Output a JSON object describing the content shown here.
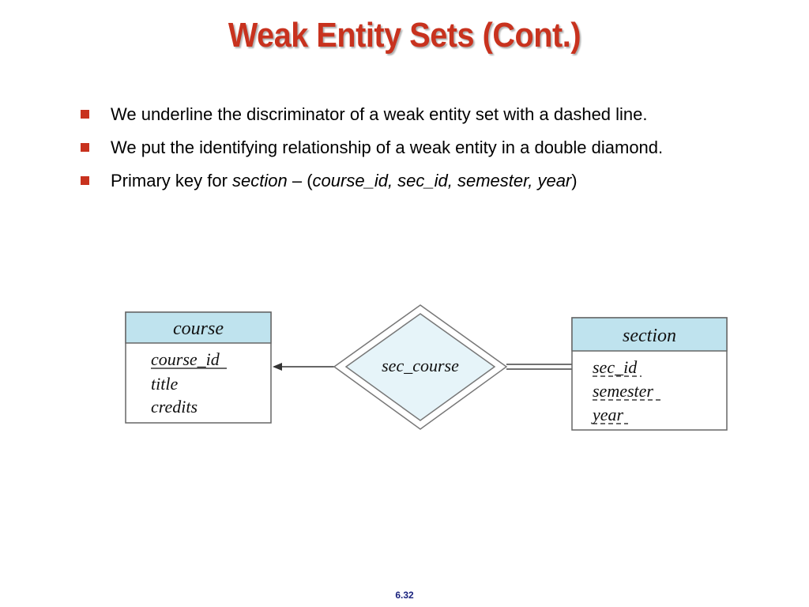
{
  "slide": {
    "title": "Weak Entity Sets (Cont.)",
    "bullets": [
      {
        "text": "We underline the discriminator of a weak entity set  with a dashed line."
      },
      {
        "text": "We put the identifying relationship of a weak entity in a double diamond."
      },
      {
        "parts": [
          {
            "text": "Primary key for ",
            "italic": false
          },
          {
            "text": "section",
            "italic": true
          },
          {
            "text": " – (",
            "italic": false
          },
          {
            "text": "course_id, sec_id, semester, year",
            "italic": true
          },
          {
            "text": ")",
            "italic": false
          }
        ]
      }
    ],
    "footer": "6.32"
  },
  "diagram": {
    "strong_entity": {
      "name": "course",
      "attributes": [
        {
          "text": "course_id",
          "underline": "solid"
        },
        {
          "text": "title",
          "underline": "none"
        },
        {
          "text": "credits",
          "underline": "none"
        }
      ]
    },
    "relationship": {
      "name": "sec_course"
    },
    "weak_entity": {
      "name": "section",
      "attributes": [
        {
          "text": "sec_id",
          "underline": "dashed"
        },
        {
          "text": "semester",
          "underline": "dashed"
        },
        {
          "text": "year",
          "underline": "dashed"
        }
      ]
    },
    "colors": {
      "entity_header": "#bfe3ee",
      "relationship_fill": "#e6f4f9",
      "accent": "#c8321e"
    }
  }
}
